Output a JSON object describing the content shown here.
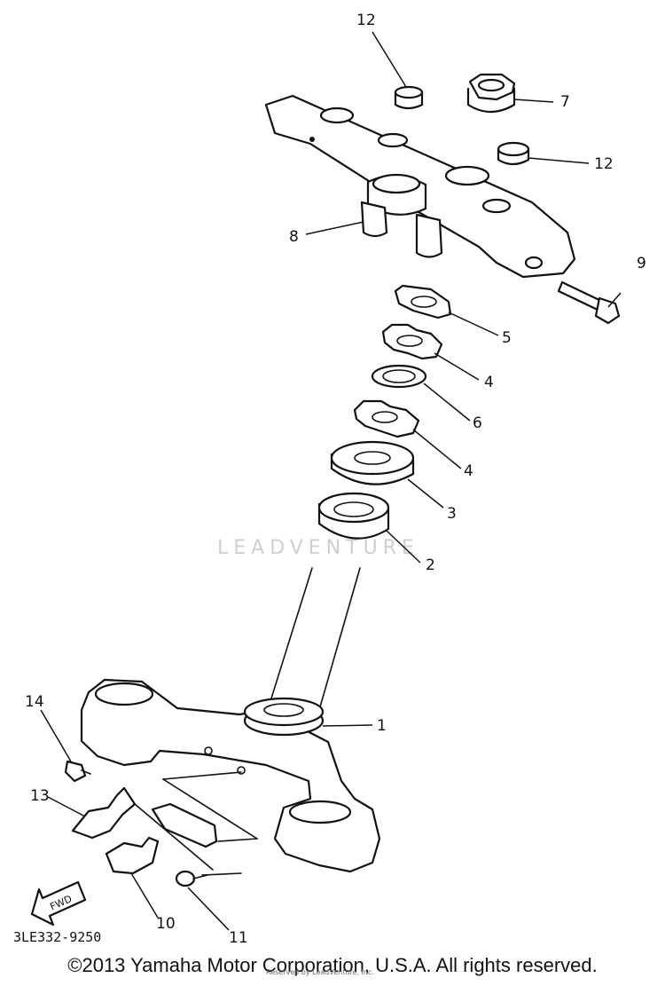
{
  "diagram": {
    "watermark": "LEADVENTURE",
    "callouts": {
      "p1": "1",
      "p2": "2",
      "p3": "3",
      "p4a": "4",
      "p4b": "4",
      "p5": "5",
      "p6": "6",
      "p7": "7",
      "p8": "8",
      "p9": "9",
      "p10": "10",
      "p11": "11",
      "p12a": "12",
      "p12b": "12",
      "p13": "13",
      "p14": "14"
    },
    "fwd_label": "FWD"
  },
  "footer": {
    "doc_code": "3LE332-9250",
    "copyright": "©2013 Yamaha Motor Corporation, U.S.A. All rights reserved.",
    "stamp": "Reserved by LeadVenture, Inc."
  }
}
